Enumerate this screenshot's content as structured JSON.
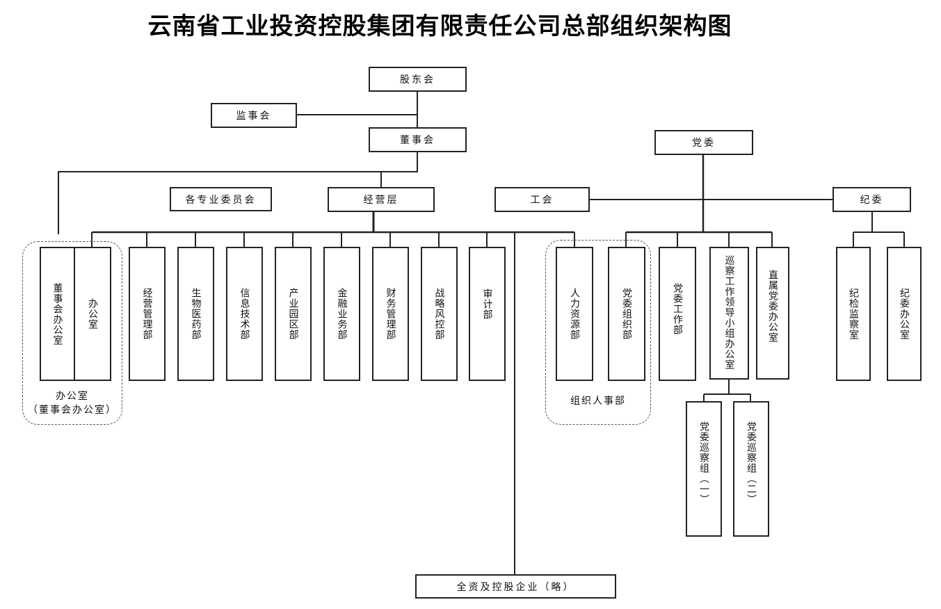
{
  "title": "云南省工业投资控股集团有限责任公司总部组织架构图",
  "top": {
    "shareholders": "股东会",
    "supervisors": "监事会",
    "board": "董事会",
    "committees": "各专业委员会",
    "management": "经营层",
    "party_committee": "党委",
    "union": "工会",
    "discipline_committee": "纪委",
    "enterprises": "全资及控股企业（略）"
  },
  "office_group": {
    "label_line1": "办公室",
    "label_line2": "（董事会办公室）",
    "units": [
      "董事会办公室",
      "办公室"
    ]
  },
  "management_departments": [
    "经营管理部",
    "生物医药部",
    "信息技术部",
    "产业园区部",
    "金融业务部",
    "财务管理部",
    "战略风控部",
    "审计部"
  ],
  "personnel_group": {
    "label": "组织人事部",
    "units": [
      "人力资源部",
      "党委组织部"
    ]
  },
  "party_departments": [
    "党委工作部",
    "巡察工作领导小组办公室",
    "直属党委办公室"
  ],
  "inspection_groups": [
    "党委巡察组（一）",
    "党委巡察组（二）"
  ],
  "discipline_departments": [
    "纪检监察室",
    "纪委办公室"
  ]
}
